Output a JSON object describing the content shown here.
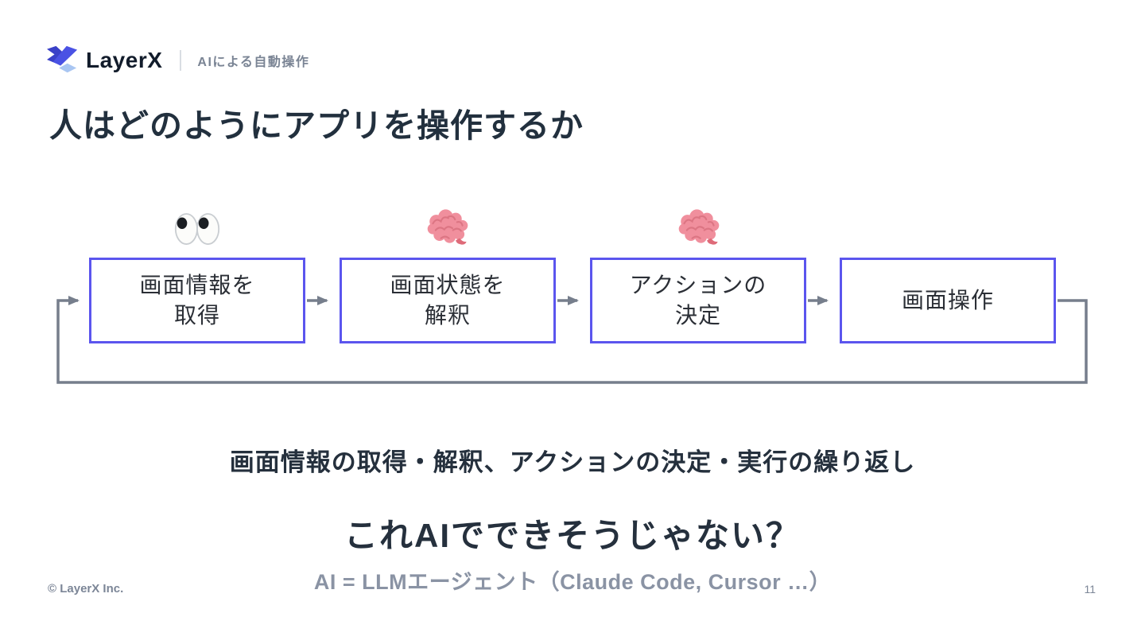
{
  "header": {
    "brand": "LayerX",
    "section_label": "AIによる自動操作"
  },
  "title": "人はどのようにアプリを操作するか",
  "flow": {
    "steps": [
      {
        "line1": "画面情報を",
        "line2": "取得",
        "icon": "eyes"
      },
      {
        "line1": "画面状態を",
        "line2": "解釈",
        "icon": "brain"
      },
      {
        "line1": "アクションの",
        "line2": "決定",
        "icon": "brain"
      },
      {
        "line1": "画面操作",
        "line2": "",
        "icon": ""
      }
    ],
    "loop": "画面操作 から 画面情報を取得 へ戻るループ"
  },
  "summary": "画面情報の取得・解釈、アクションの決定・実行の繰り返し",
  "callout": "これAIでできそうじゃない？",
  "subcallout": "AI = LLMエージェント（Claude Code, Cursor …）",
  "footer": {
    "copyright": "© LayerX Inc.",
    "page_number": "11"
  },
  "colors": {
    "box_border": "#5B55EE",
    "arrow_gray": "#767E8C",
    "title_navy": "#22303E",
    "muted_gray": "#8A93A4",
    "brand_navy": "#121C2B",
    "logo_dark_blue": "#3A41C8",
    "logo_blue": "#4A52E4",
    "logo_light_blue": "#A9C6F2",
    "brain_pink": "#F08F9D",
    "background": "#FFFFFF"
  }
}
